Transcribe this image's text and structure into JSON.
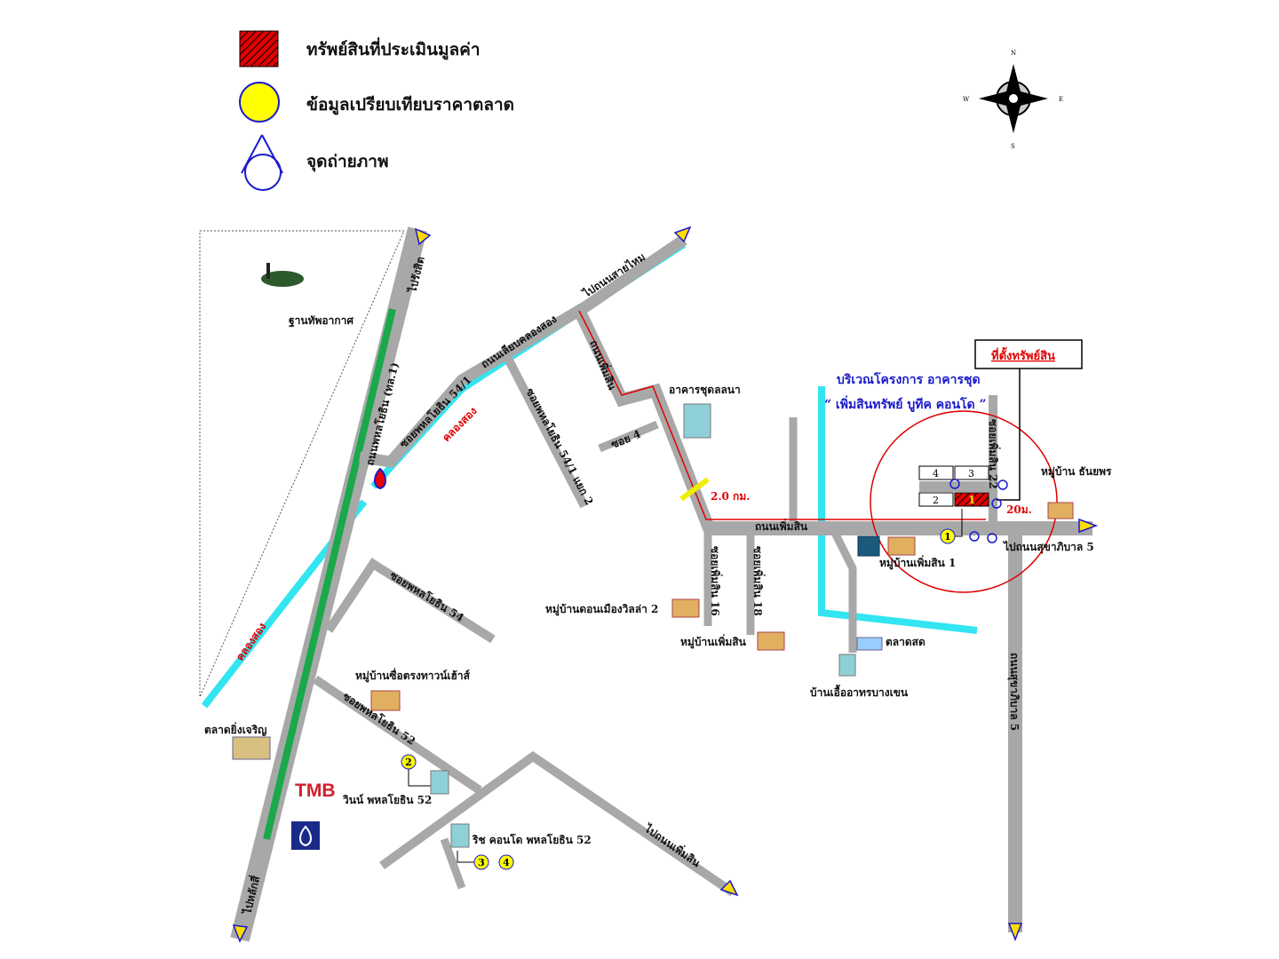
{
  "legend": {
    "subject_property": "ทรัพย์สินที่ประเมินมูลค่า",
    "market_comparables": "ข้อมูลเปรียบเทียบราคาตลาด",
    "photo_point": "จุดถ่ายภาพ"
  },
  "compass": {
    "n": "N",
    "s": "S",
    "e": "E",
    "w": "W"
  },
  "colors": {
    "road": "#a8a8a8",
    "canal": "#33e5f0",
    "route": "#e00000",
    "highway_strip": "#1aa84a",
    "project_text": "#1a1acc"
  },
  "labels": {
    "airbase": "ฐานทัพอากาศ",
    "to_rangsit": "ไปรังสิต",
    "phahonyothin_rd": "ถนนพหลโยธิน (ทล.1)",
    "to_laksi": "ไปหลักสี่",
    "to_saimai": "ไปถนนสายไหม",
    "liap_khlong_song": "ถนนเลียบคลองสอง",
    "soi_54_1": "ซอยพหลโยธิน 54/1",
    "khlong_song": "คลองสอง",
    "khlong_song_2": "คลองสอง",
    "soi_54_1_yaek2": "ซอยพหลโยธิน 54/1 แยก 2",
    "phoemsin_rd_v": "ถนนเพิ่มสิน",
    "soi_4": "ซอย 4",
    "condo_lalana": "อาคารชุดลลนา",
    "distance_2km": "2.0 กม.",
    "phoemsin_rd_h": "ถนนเพิ่มสิน",
    "soi_phoemsin_16": "ซอยเพิ่มสิน 16",
    "soi_phoemsin_18": "ซอยเพิ่มสิน 18",
    "village_don_mueang_villa": "หมู่บ้านดอนเมืองวิลล่า 2",
    "village_phoemsin": "หมู่บ้านเพิ่มสิน",
    "fresh_market": "ตลาดสด",
    "baan_ua_arthorn": "บ้านเอื้ออาทรบางเขน",
    "village_near": "หมู่บ้านเพิ่มสิน 1",
    "project_line1": "บริเวณโครงการ อาคารชุด",
    "project_line2": "“ เพิ่มสินทรัพย์ บูทีค คอนโด ”",
    "property_location": "ที่ตั้งทรัพย์สิน",
    "soi_phoemsin_right": "ซอยเพิ่มสิน 22",
    "village_thanyaporn": "หมู่บ้าน ธันยพร",
    "distance_20m": "20ม.",
    "to_sukhaphiban5": "ไปถนนสุขาภิบาล 5",
    "sukhaphiban5_rd": "ถนนสุขาภิบาล 5",
    "soi_54": "ซอยพหลโยธิน 54",
    "village_townhouse": "หมู่บ้านซื่อตรงทาวน์เฮ้าส์",
    "soi_52": "ซอยพหลโยธิน 52",
    "yingcharoen_market": "ตลาดยิ่งเจริญ",
    "tmb": "TMB",
    "win_condo": "วินน์ พหลโยธิน 52",
    "rich_condo": "ริช คอนโด พหลโยธิน 52",
    "to_phahonyothin": "ไปถนนเพิ่มสิน"
  },
  "blocks": [
    "4",
    "3",
    "2",
    "1"
  ],
  "markers": [
    "1",
    "2",
    "3",
    "4"
  ]
}
